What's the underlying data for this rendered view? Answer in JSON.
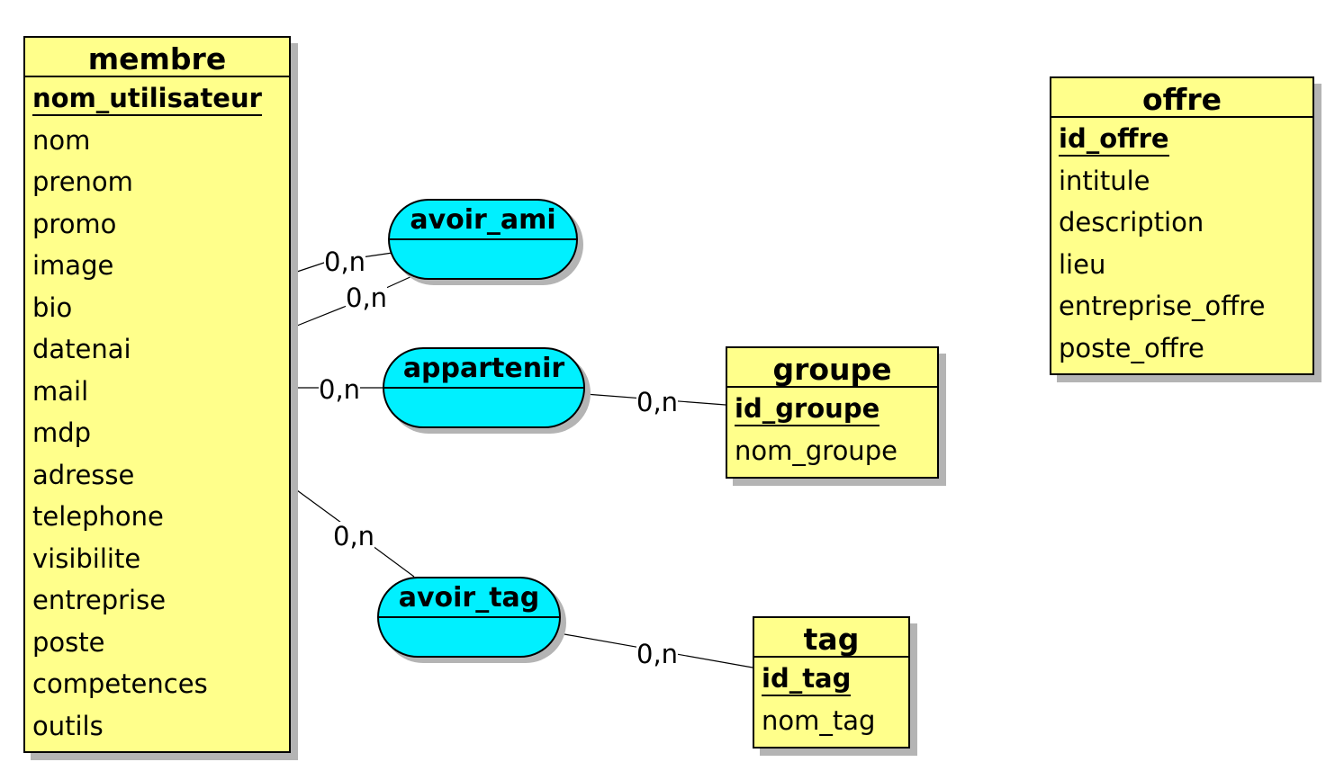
{
  "entities": {
    "membre": {
      "name": "membre",
      "key": "nom_utilisateur",
      "attributes": [
        "nom",
        "prenom",
        "promo",
        "image",
        "bio",
        "datenai",
        "mail",
        "mdp",
        "adresse",
        "telephone",
        "visibilite",
        "entreprise",
        "poste",
        "competences",
        "outils"
      ]
    },
    "offre": {
      "name": "offre",
      "key": "id_offre",
      "attributes": [
        "intitule",
        "description",
        "lieu",
        "entreprise_offre",
        "poste_offre"
      ]
    },
    "groupe": {
      "name": "groupe",
      "key": "id_groupe",
      "attributes": [
        "nom_groupe"
      ]
    },
    "tag": {
      "name": "tag",
      "key": "id_tag",
      "attributes": [
        "nom_tag"
      ]
    }
  },
  "associations": {
    "avoir_ami": {
      "name": "avoir_ami"
    },
    "appartenir": {
      "name": "appartenir"
    },
    "avoir_tag": {
      "name": "avoir_tag"
    }
  },
  "cardinalities": {
    "avoir_ami_1": "0,n",
    "avoir_ami_2": "0,n",
    "appartenir_membre": "0,n",
    "appartenir_groupe": "0,n",
    "avoir_tag_membre": "0,n",
    "avoir_tag_tag": "0,n"
  },
  "colors": {
    "entity_fill": "#ffff8b",
    "association_fill": "#00f0ff",
    "shadow": "#b4b4b4"
  }
}
